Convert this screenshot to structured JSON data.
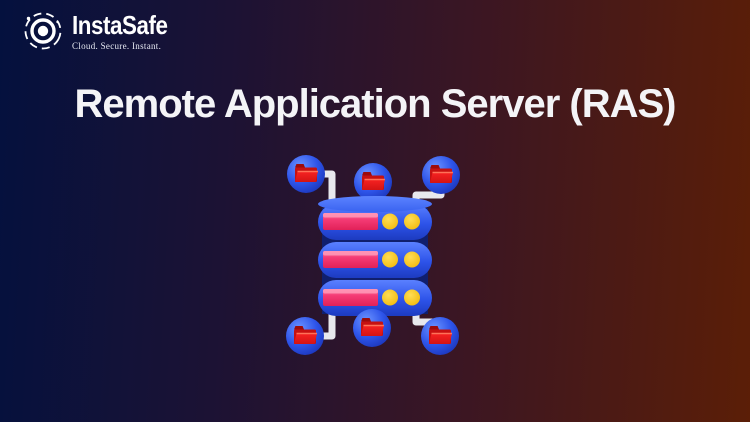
{
  "brand": {
    "name": "InstaSafe",
    "tagline": "Cloud. Secure. Instant."
  },
  "main": {
    "title": "Remote Application Server (RAS)"
  },
  "illustration": {
    "description": "3D blue database server stack connected to six folder nodes",
    "server_tiers": 3,
    "top_folder_nodes": 3,
    "bottom_folder_nodes": 3
  },
  "icons": {
    "logo": "aperture-target-icon",
    "nodes": "folder-icon",
    "server": "database-stack-icon"
  },
  "colors": {
    "bg_left_navy": "#04113e",
    "bg_mid_purple": "#3b1623",
    "bg_right_maroon": "#5b1e07",
    "title_text": "#f4f4f7",
    "server_blue": "#2d53e9",
    "drive_slot_pink": "#f43a74",
    "indicator_yellow": "#f2ba0c",
    "folder_red": "#d31414",
    "connector_white": "#e8e8ed",
    "logo_white": "#ffffff"
  }
}
